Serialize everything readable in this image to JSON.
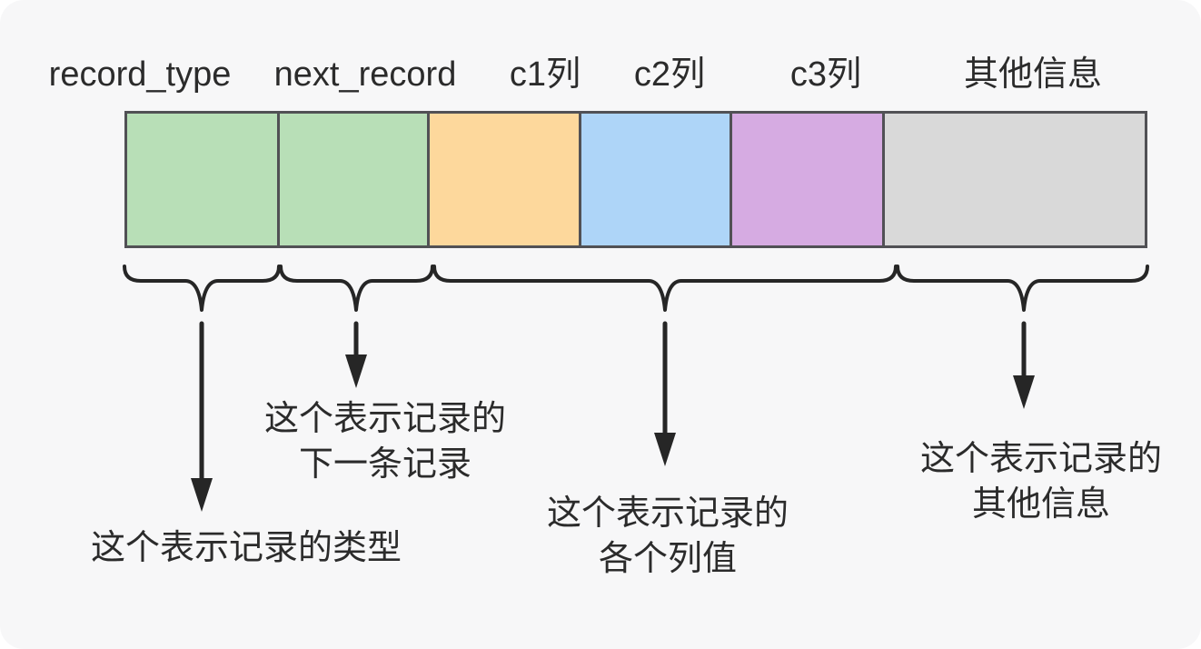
{
  "colors": {
    "background": "#f7f7f8",
    "line": "#262626",
    "text": "#2b2b2b",
    "segment_border": "#515155"
  },
  "record": {
    "fields": [
      {
        "label": "record_type",
        "color": "#b8dfb7"
      },
      {
        "label": "next_record",
        "color": "#b8dfb7"
      },
      {
        "label": "c1列",
        "color": "#fdd89c"
      },
      {
        "label": "c2列",
        "color": "#aed5f8"
      },
      {
        "label": "c3列",
        "color": "#d6abe2"
      },
      {
        "label": "其他信息",
        "color": "#d9d9d9"
      }
    ]
  },
  "annotations": [
    {
      "spans_fields": [
        0
      ],
      "lines": [
        "这个表示记录的类型"
      ]
    },
    {
      "spans_fields": [
        1
      ],
      "lines": [
        "这个表示记录的",
        "下一条记录"
      ]
    },
    {
      "spans_fields": [
        2,
        3,
        4
      ],
      "lines": [
        "这个表示记录的",
        "各个列值"
      ]
    },
    {
      "spans_fields": [
        5
      ],
      "lines": [
        "这个表示记录的",
        "其他信息"
      ]
    }
  ]
}
